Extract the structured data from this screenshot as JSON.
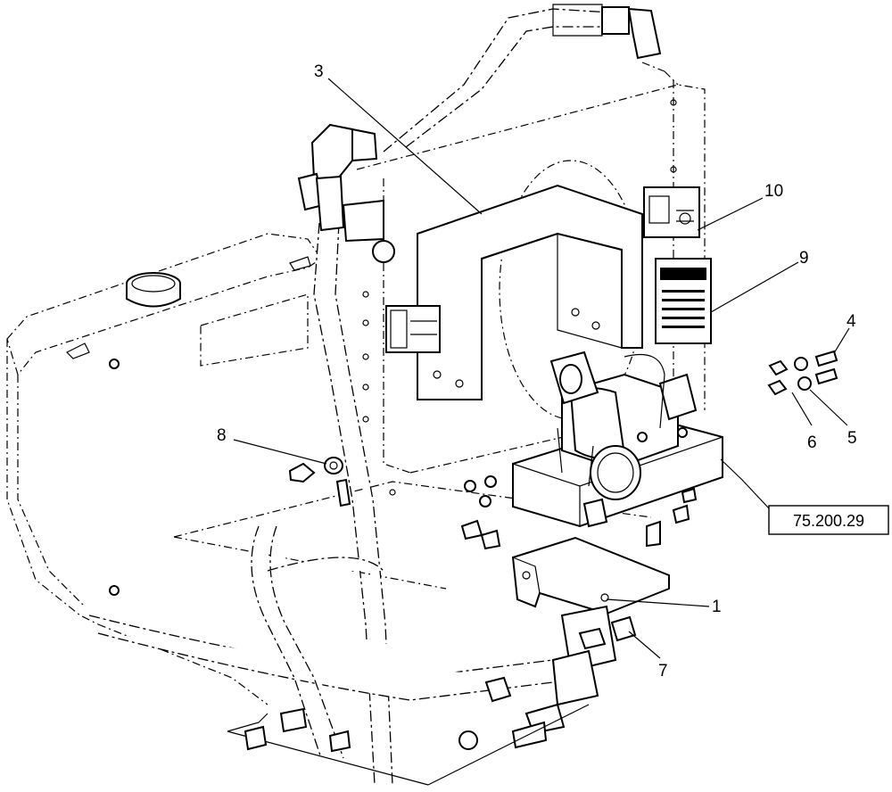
{
  "diagram": {
    "callouts": [
      {
        "id": "c1",
        "label": "1"
      },
      {
        "id": "c3",
        "label": "3"
      },
      {
        "id": "c4",
        "label": "4"
      },
      {
        "id": "c5",
        "label": "5"
      },
      {
        "id": "c6",
        "label": "6"
      },
      {
        "id": "c7",
        "label": "7"
      },
      {
        "id": "c8",
        "label": "8"
      },
      {
        "id": "c9",
        "label": "9"
      },
      {
        "id": "c10",
        "label": "10"
      }
    ],
    "reference": "75.200.29"
  }
}
